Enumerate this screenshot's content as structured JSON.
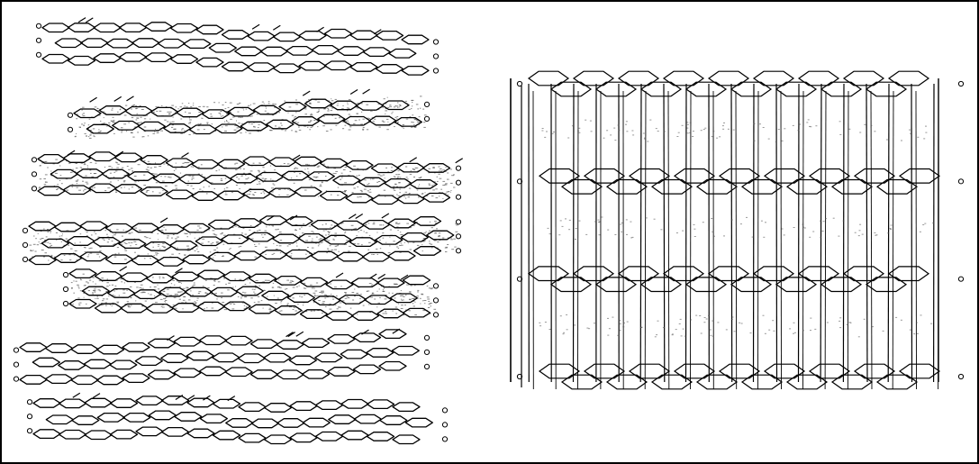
{
  "figure": {
    "panels": [
      {
        "id": "turbostratic-carbon",
        "icon": "hexagonal-layer-stack-drawing",
        "layer_count": 7,
        "style": "sketch"
      },
      {
        "id": "graphite-lattice",
        "icon": "3d-hexagonal-lattice-drawing",
        "layer_count": 4,
        "style": "sketch"
      }
    ],
    "colors": {
      "ink": "#000000",
      "paper": "#ffffff",
      "shade": "#555555"
    }
  }
}
